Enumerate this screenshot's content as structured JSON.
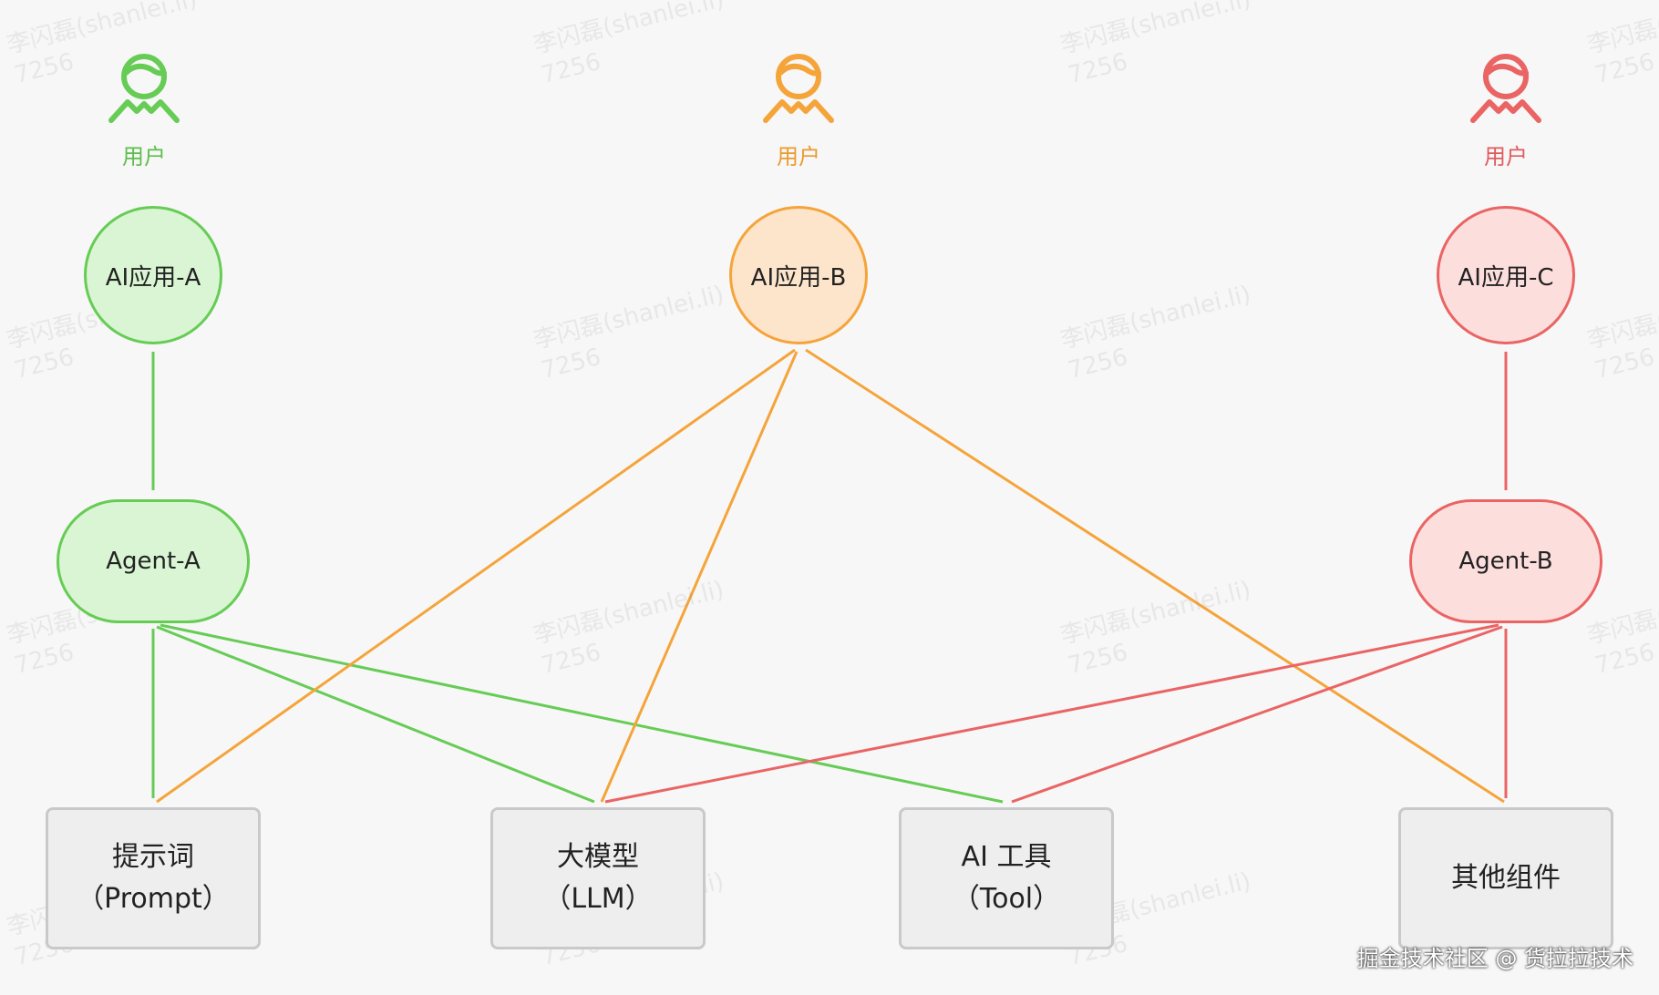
{
  "colors": {
    "green": "#66cc55",
    "green_fill": "#d9f5d3",
    "orange": "#f5a43a",
    "orange_fill": "#fde5cc",
    "red": "#ea6464",
    "red_fill": "#fcdedd",
    "box_border": "#c9c9cb",
    "box_fill": "#eeeeef"
  },
  "users": [
    {
      "label": "用户",
      "color": "green",
      "icon": "user-icon"
    },
    {
      "label": "用户",
      "color": "orange",
      "icon": "user-icon"
    },
    {
      "label": "用户",
      "color": "red",
      "icon": "user-icon"
    }
  ],
  "apps": [
    {
      "label": "AI应用-A",
      "color": "green"
    },
    {
      "label": "AI应用-B",
      "color": "orange"
    },
    {
      "label": "AI应用-C",
      "color": "red"
    }
  ],
  "agents": [
    {
      "label": "Agent-A",
      "color": "green"
    },
    {
      "label": "Agent-B",
      "color": "red"
    }
  ],
  "components": [
    {
      "line1": "提示词",
      "line2": "（Prompt）"
    },
    {
      "line1": "大模型",
      "line2": "（LLM）"
    },
    {
      "line1": "AI 工具",
      "line2": "（Tool）"
    },
    {
      "line1": "其他组件",
      "line2": ""
    }
  ],
  "watermark": {
    "line1": "李闪磊(shanlei.li)",
    "line2": "7256"
  },
  "credit": "掘金技术社区 @ 货拉拉技术"
}
